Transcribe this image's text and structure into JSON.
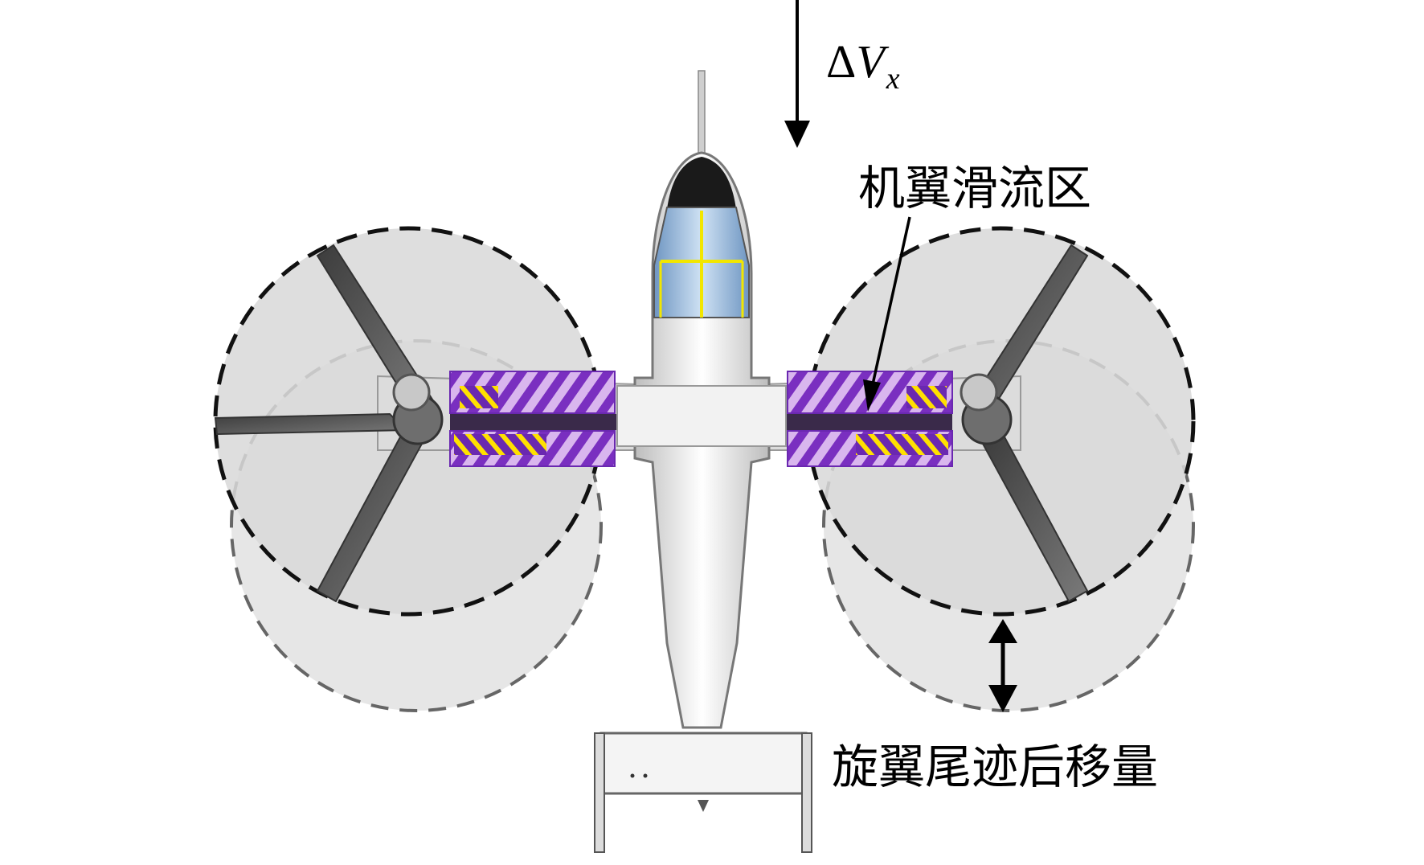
{
  "labels": {
    "delta_symbol": "Δ",
    "velocity_symbol": "V",
    "velocity_subscript": "x",
    "wing_slipstream_region": "机翼滑流区",
    "rotor_wake_displacement": "旋翼尾迹后移量"
  },
  "colors": {
    "rotor_disk": "#d8d8d8",
    "rotor_disk_shifted": "#e6e6e6",
    "blade": "#5a5a5a",
    "slipstream_purple": "#7a2fc0",
    "slipstream_light": "#d9b6ee",
    "slipstream_yellow": "#ffe000",
    "canopy": "#8fb4d8",
    "canopy_frame": "#f2e600"
  }
}
